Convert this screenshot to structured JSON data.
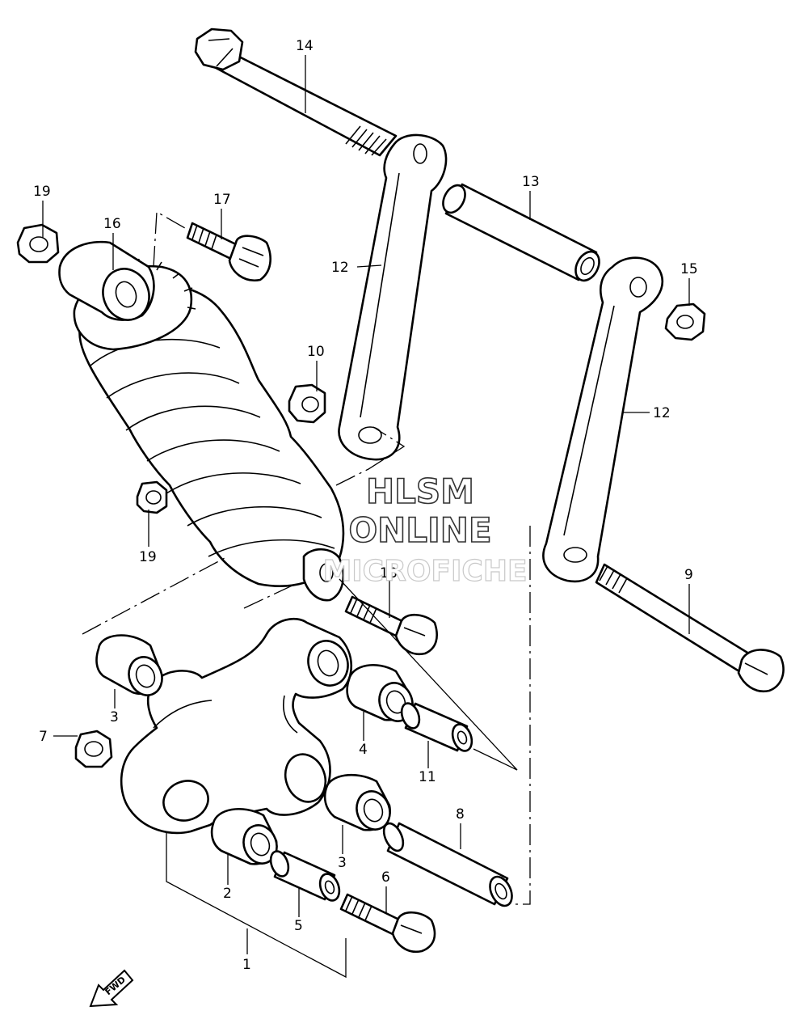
{
  "watermark": {
    "line1": "HLSM",
    "line2": "ONLINE",
    "line3": "MICROFICHE"
  },
  "direction_arrow": {
    "label": "FWD",
    "icon": "forward-arrow-icon"
  },
  "callouts": {
    "p1": "1",
    "p2": "2",
    "p3a": "3",
    "p3b": "3",
    "p4": "4",
    "p5": "5",
    "p6": "6",
    "p7": "7",
    "p8": "8",
    "p9": "9",
    "p10": "10",
    "p11": "11",
    "p12a": "12",
    "p12b": "12",
    "p13": "13",
    "p14": "14",
    "p15": "15",
    "p16": "16",
    "p17": "17",
    "p18": "18",
    "p19a": "19",
    "p19b": "19"
  }
}
